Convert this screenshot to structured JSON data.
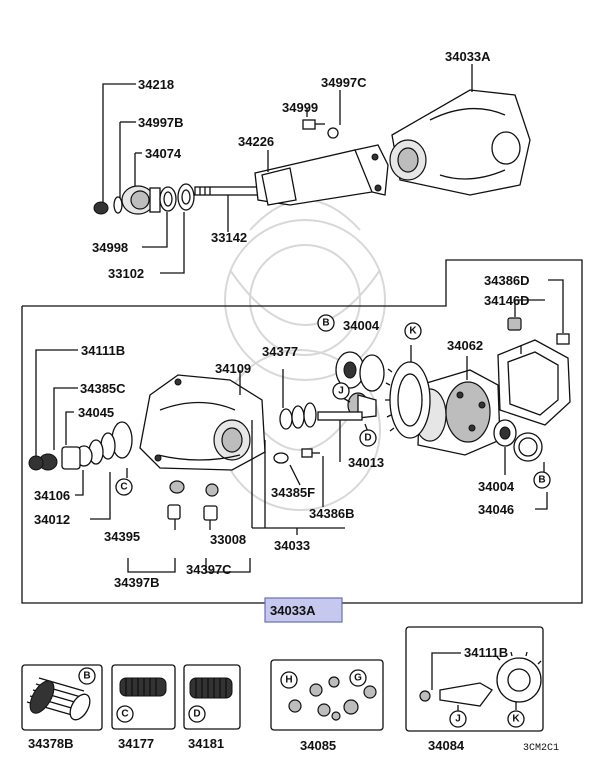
{
  "upper_labels": {
    "p34218": "34218",
    "p34997B": "34997B",
    "p34074": "34074",
    "p34998": "34998",
    "p33102": "33102",
    "p34999": "34999",
    "p34997C": "34997C",
    "p34226": "34226",
    "p33142": "33142",
    "p34033A_top": "34033A"
  },
  "assembly_labels": {
    "p34386D": "34386D",
    "p34146D": "34146D",
    "p34004_top": "34004",
    "p34111B": "34111B",
    "p34377": "34377",
    "p34109": "34109",
    "p34062": "34062",
    "p34385C": "34385C",
    "p34045": "34045",
    "p34013": "34013",
    "p34106": "34106",
    "p34004_bottom": "34004",
    "p34012": "34012",
    "p34385F": "34385F",
    "p34386B": "34386B",
    "p34046": "34046",
    "p34395": "34395",
    "p33008": "33008",
    "p34033": "34033",
    "p34397B": "34397B",
    "p34397C": "34397C"
  },
  "assembly_callout": "34033A",
  "callout_letters": {
    "b1": "B",
    "k1": "K",
    "j1": "J",
    "d1": "D",
    "c1": "C",
    "b2": "B",
    "b3": "B",
    "c2": "C",
    "d2": "D",
    "h": "H",
    "g": "G",
    "j2": "J",
    "k2": "K"
  },
  "kit_labels": {
    "k34378B": "34378B",
    "k34177": "34177",
    "k34181": "34181",
    "k34085": "34085",
    "k34084": "34084",
    "k34111B": "34111B"
  },
  "diagram_code": "3CM2C1",
  "colors": {
    "highlight_fill": "#c6c8ee",
    "highlight_border": "#6a6fb8",
    "ink": "#111111"
  }
}
